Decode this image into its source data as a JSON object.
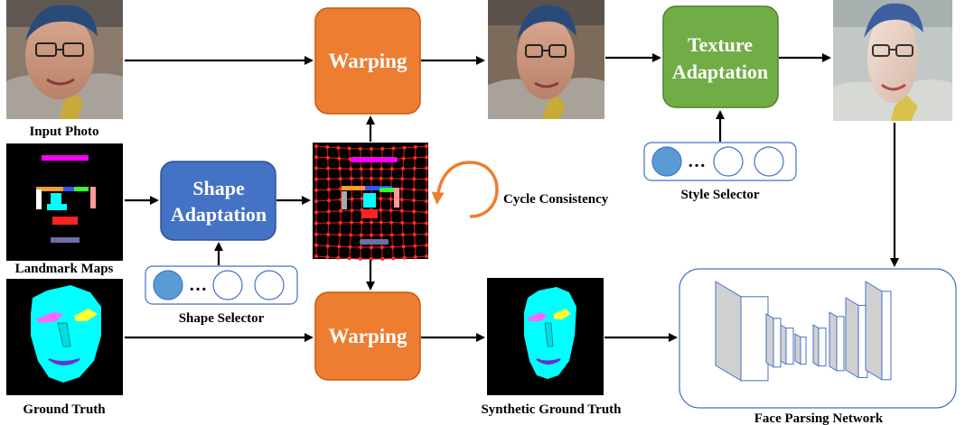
{
  "labels": {
    "input_photo": "Input Photo",
    "landmark_maps": "Landmark Maps",
    "ground_truth": "Ground Truth",
    "shape_selector": "Shape Selector",
    "style_selector": "Style Selector",
    "cycle_consistency": "Cycle Consistency",
    "synthetic_ground_truth": "Synthetic Ground Truth",
    "face_parsing_network": "Face Parsing Network"
  },
  "blocks": {
    "warping_top": "Warping",
    "warping_bottom": "Warping",
    "shape_adaptation": [
      "Shape",
      "Adaptation"
    ],
    "texture_adaptation": [
      "Texture",
      "Adaptation"
    ]
  },
  "selector_ellipsis": "…",
  "colors": {
    "warping": "#ED7D31",
    "shape_adaptation": "#4472C4",
    "texture_adaptation": "#70AD47",
    "selector_fill": "#5B9BD5",
    "selector_border": "#4472C4",
    "network_box": "#4472C4",
    "face_mask": "#00FFFF",
    "cycle_arrow": "#ED7D31"
  }
}
